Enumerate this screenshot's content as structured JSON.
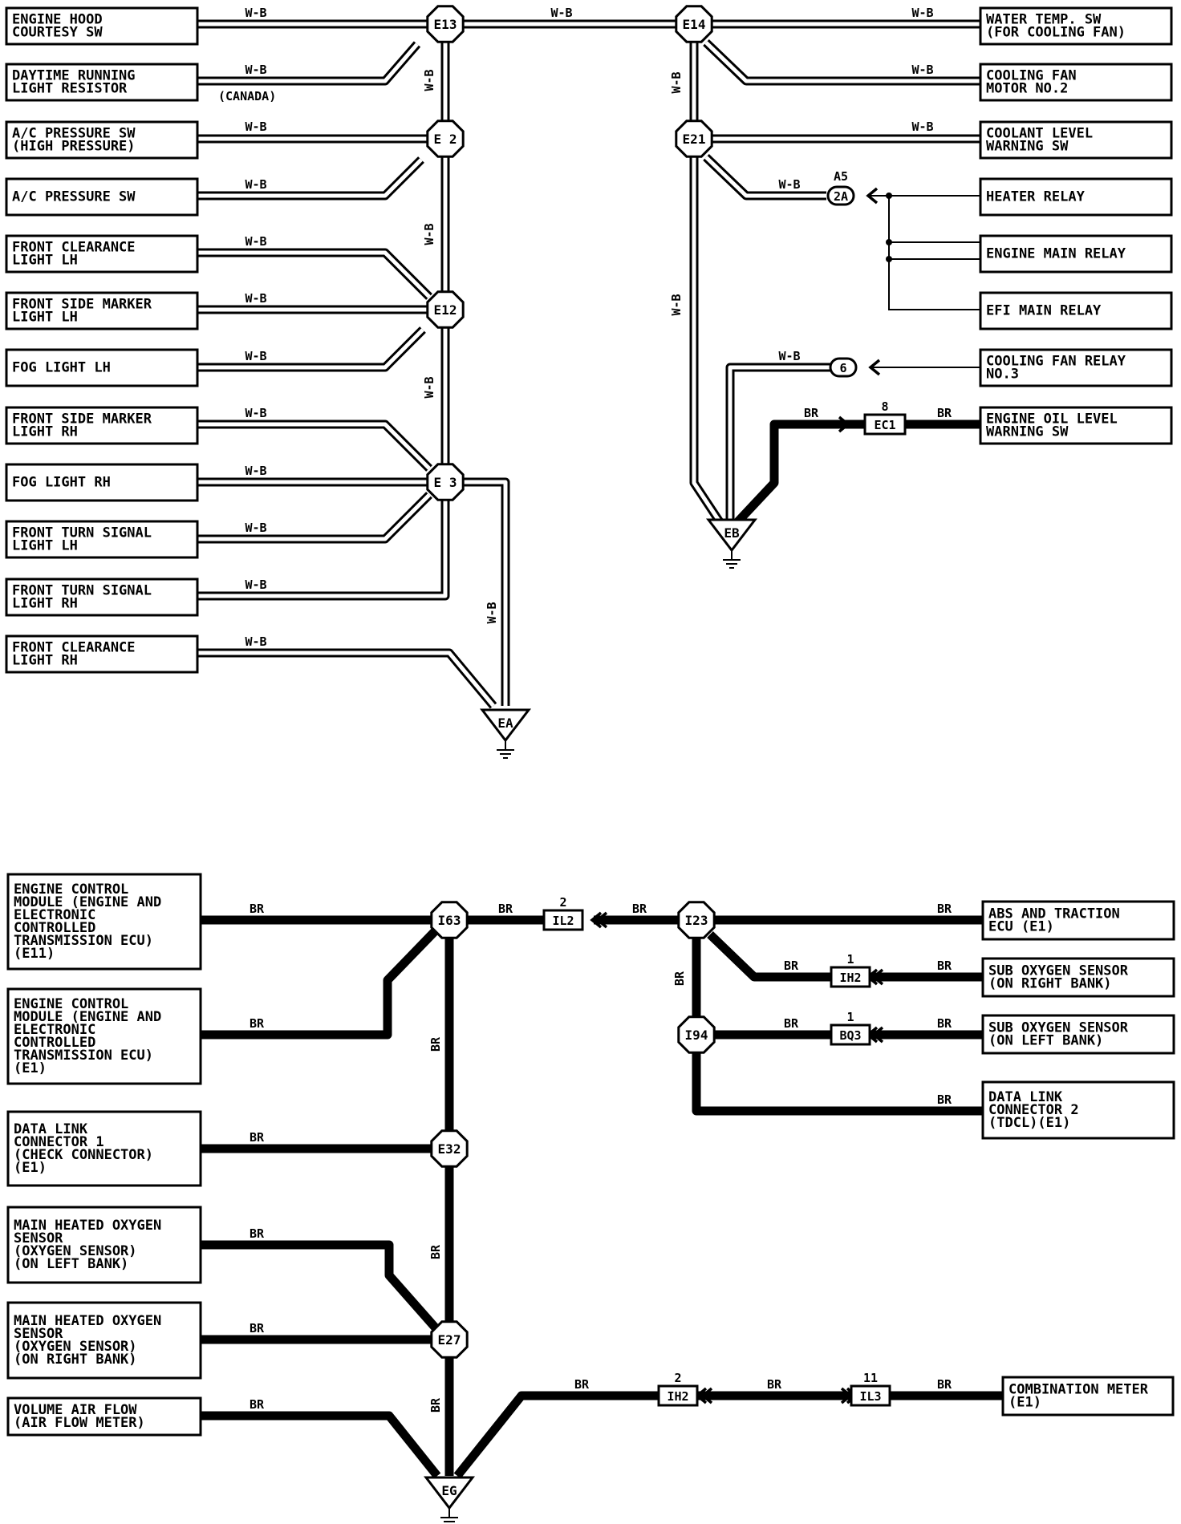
{
  "wire_colors": {
    "wb": "W-B",
    "br": "BR"
  },
  "top": {
    "left_components": [
      [
        "ENGINE HOOD",
        "COURTESY SW"
      ],
      [
        "DAYTIME RUNNING",
        "LIGHT RESISTOR"
      ],
      [
        "A/C PRESSURE SW",
        "(HIGH PRESSURE)"
      ],
      [
        "A/C PRESSURE SW"
      ],
      [
        "FRONT CLEARANCE",
        "LIGHT LH"
      ],
      [
        "FRONT SIDE MARKER",
        "LIGHT LH"
      ],
      [
        "FOG LIGHT LH"
      ],
      [
        "FRONT SIDE MARKER",
        "LIGHT RH"
      ],
      [
        "FOG LIGHT RH"
      ],
      [
        "FRONT TURN SIGNAL",
        "LIGHT LH"
      ],
      [
        "FRONT TURN SIGNAL",
        "LIGHT RH"
      ],
      [
        "FRONT CLEARANCE",
        "LIGHT RH"
      ]
    ],
    "canada_note": "(CANADA)",
    "right_components": [
      [
        "WATER TEMP. SW",
        "(FOR COOLING FAN)"
      ],
      [
        "COOLING FAN",
        "MOTOR NO.2"
      ],
      [
        "COOLANT LEVEL",
        "WARNING SW"
      ],
      [
        "HEATER RELAY"
      ],
      [
        "ENGINE MAIN RELAY"
      ],
      [
        "EFI MAIN RELAY"
      ],
      [
        "COOLING FAN RELAY",
        "NO.3"
      ],
      [
        "ENGINE OIL LEVEL",
        "WARNING SW"
      ]
    ],
    "junctions": [
      "E13",
      "E 2",
      "E12",
      "E 3",
      "E14",
      "E21"
    ],
    "connectors": {
      "a5_label": "A5",
      "a5_pin": "2A",
      "relay_pin": "6",
      "ec1_pin": "8",
      "ec1": "EC1"
    },
    "grounds": [
      "EA",
      "EB"
    ]
  },
  "bottom": {
    "left_components": [
      [
        "ENGINE CONTROL",
        "MODULE (ENGINE AND",
        "ELECTRONIC",
        "CONTROLLED",
        "TRANSMISSION ECU)",
        "(E11)"
      ],
      [
        "ENGINE CONTROL",
        "MODULE (ENGINE AND",
        "ELECTRONIC",
        "CONTROLLED",
        "TRANSMISSION ECU)",
        "(E1)"
      ],
      [
        "DATA LINK",
        "CONNECTOR 1",
        "(CHECK CONNECTOR)",
        "(E1)"
      ],
      [
        "MAIN HEATED OXYGEN",
        "SENSOR",
        "(OXYGEN SENSOR)",
        "(ON LEFT BANK)"
      ],
      [
        "MAIN HEATED OXYGEN",
        "SENSOR",
        "(OXYGEN SENSOR)",
        "(ON RIGHT BANK)"
      ],
      [
        "VOLUME AIR FLOW",
        "(AIR FLOW METER)"
      ]
    ],
    "right_components": [
      [
        "ABS AND TRACTION",
        "ECU (E1)"
      ],
      [
        "SUB OXYGEN SENSOR",
        "(ON RIGHT BANK)"
      ],
      [
        "SUB OXYGEN SENSOR",
        "(ON LEFT BANK)"
      ],
      [
        "DATA LINK",
        "CONNECTOR 2",
        "(TDCL)(E1)"
      ],
      [
        "COMBINATION METER",
        "(E1)"
      ]
    ],
    "junctions": [
      "I63",
      "I23",
      "I94",
      "E32",
      "E27"
    ],
    "connectors": {
      "il2": "IL2",
      "il2_pin": "2",
      "ih2a": "IH2",
      "ih2a_pin": "1",
      "bq3": "BQ3",
      "bq3_pin": "1",
      "ih2b": "IH2",
      "ih2b_pin": "2",
      "il3": "IL3",
      "il3_pin": "11"
    },
    "grounds": [
      "EG"
    ]
  }
}
